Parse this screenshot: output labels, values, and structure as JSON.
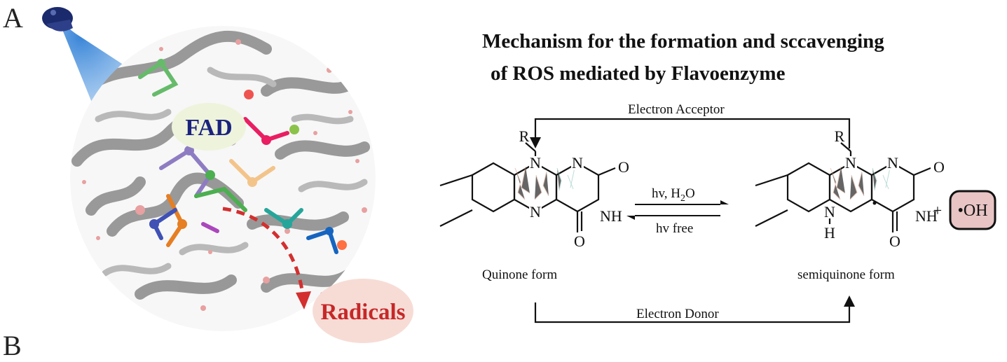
{
  "panel_labels": {
    "top": "A",
    "bottom": "B"
  },
  "title": {
    "line1": "Mechanism for the formation and sccavenging",
    "line2": "of ROS mediated by Flavoenzyme"
  },
  "protein": {
    "cofactor_label": "FAD",
    "output_label": "Radicals"
  },
  "scheme": {
    "top_arrow_label": "Electron Acceptor",
    "bottom_arrow_label": "Electron Donor",
    "forward_condition": "hv, H",
    "forward_condition_sub": "2",
    "forward_condition_tail": "O",
    "reverse_condition": "hv free",
    "left_species_label": "Quinone form",
    "right_species_label": "semiquinone form",
    "plus_sign": "+",
    "radical_label": "•OH"
  },
  "atoms": {
    "R": "R",
    "N": "N",
    "NH": "NH",
    "O": "O",
    "H": "H"
  },
  "colors": {
    "fad_bubble": "#eef3dc",
    "radicals_bubble": "#f7dcd6",
    "radical_arrow": "#d32f2f",
    "oh_box_fill": "#e8c4c4",
    "light_beam": "#4a90d9",
    "lamp": "#1a2a6c",
    "ribbon": "#8e8e8e"
  }
}
